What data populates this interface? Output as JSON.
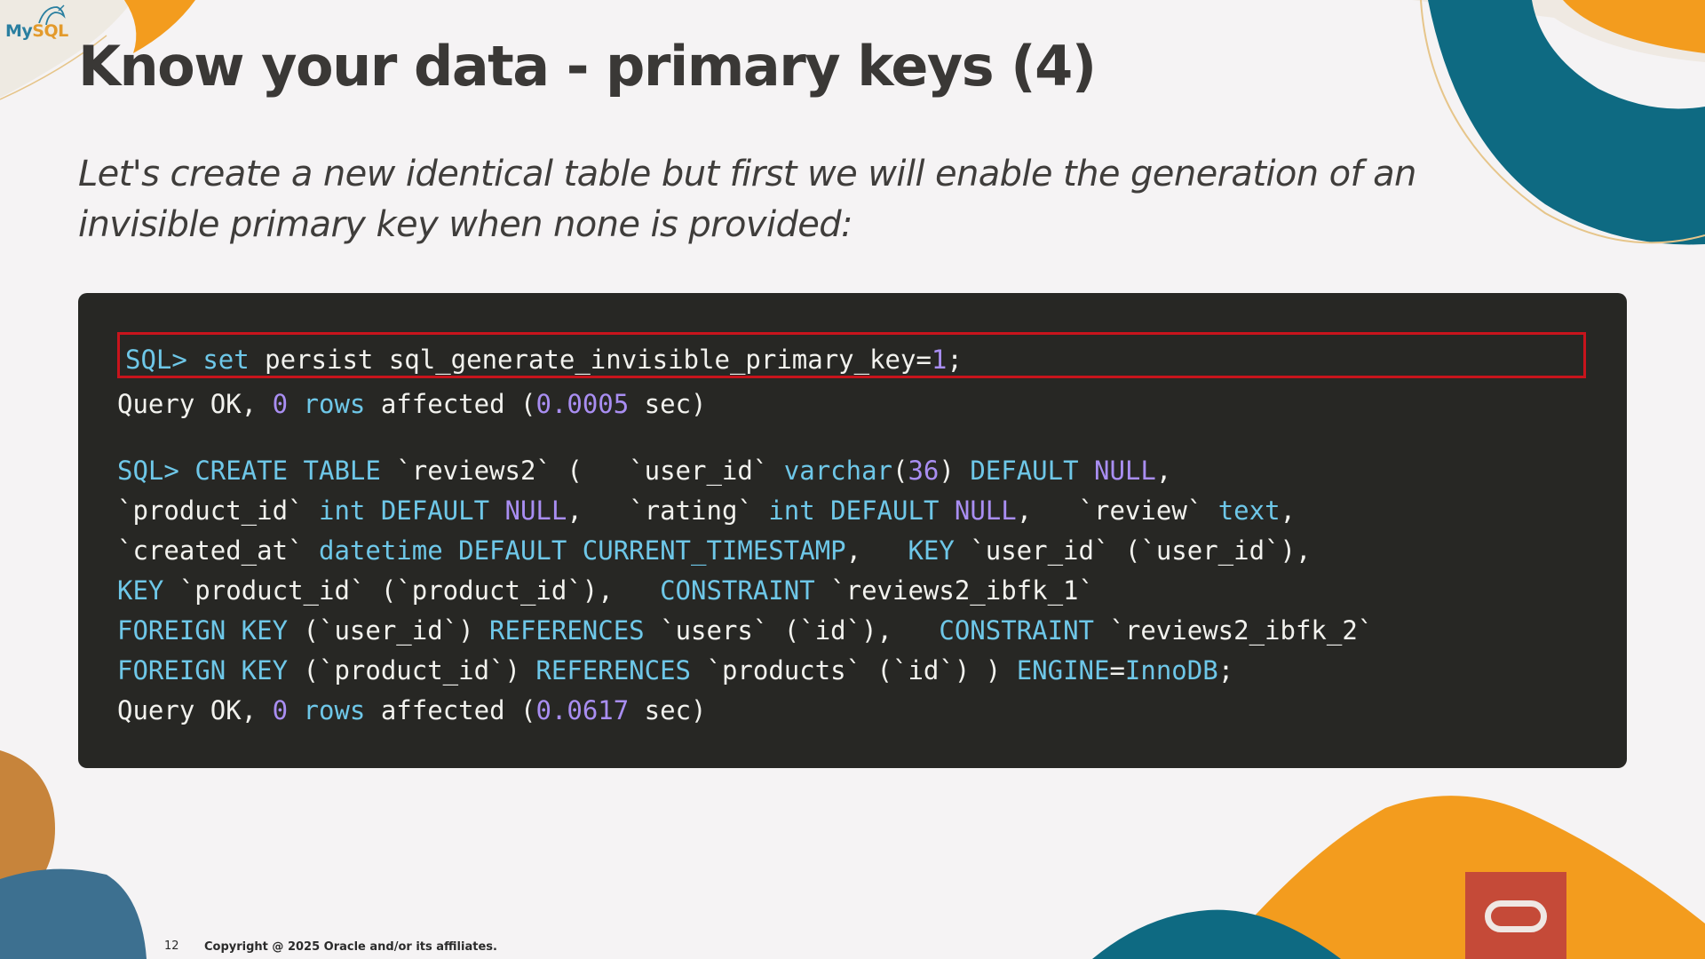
{
  "brand": {
    "logo_my": "My",
    "logo_sql": "SQL"
  },
  "slide": {
    "title": "Know your data - primary keys (4)",
    "subtitle": "Let's create a new identical table but first we will enable the generation of an invisible primary key when none is provided:"
  },
  "code": {
    "lines": [
      [
        {
          "t": "SQL> ",
          "c": "kw"
        },
        {
          "t": "set ",
          "c": "kw"
        },
        {
          "t": "persist sql_generate_invisible_primary_key=",
          "c": "tx"
        },
        {
          "t": "1",
          "c": "num"
        },
        {
          "t": ";",
          "c": "tx"
        }
      ],
      [
        {
          "t": "Query OK, ",
          "c": "tx"
        },
        {
          "t": "0",
          "c": "num"
        },
        {
          "t": " rows",
          "c": "kw"
        },
        {
          "t": " affected (",
          "c": "tx"
        },
        {
          "t": "0.0005",
          "c": "num"
        },
        {
          "t": " sec)",
          "c": "tx"
        }
      ],
      [
        {
          "t": "SQL> ",
          "c": "kw"
        },
        {
          "t": "CREATE TABLE",
          "c": "kw"
        },
        {
          "t": " `reviews2` (   `user_id` ",
          "c": "tx"
        },
        {
          "t": "varchar",
          "c": "kw"
        },
        {
          "t": "(",
          "c": "tx"
        },
        {
          "t": "36",
          "c": "num"
        },
        {
          "t": ") ",
          "c": "tx"
        },
        {
          "t": "DEFAULT",
          "c": "kw"
        },
        {
          "t": " ",
          "c": "tx"
        },
        {
          "t": "NULL",
          "c": "num"
        },
        {
          "t": ",",
          "c": "tx"
        }
      ],
      [
        {
          "t": "`product_id` ",
          "c": "tx"
        },
        {
          "t": "int DEFAULT",
          "c": "kw"
        },
        {
          "t": " ",
          "c": "tx"
        },
        {
          "t": "NULL",
          "c": "num"
        },
        {
          "t": ",   `rating` ",
          "c": "tx"
        },
        {
          "t": "int DEFAULT",
          "c": "kw"
        },
        {
          "t": " ",
          "c": "tx"
        },
        {
          "t": "NULL",
          "c": "num"
        },
        {
          "t": ",   `review` ",
          "c": "tx"
        },
        {
          "t": "text",
          "c": "kw"
        },
        {
          "t": ",",
          "c": "tx"
        }
      ],
      [
        {
          "t": "`created_at` ",
          "c": "tx"
        },
        {
          "t": "datetime DEFAULT CURRENT_TIMESTAMP",
          "c": "kw"
        },
        {
          "t": ",   ",
          "c": "tx"
        },
        {
          "t": "KEY",
          "c": "kw"
        },
        {
          "t": " `user_id` (`user_id`),",
          "c": "tx"
        }
      ],
      [
        {
          "t": "KEY",
          "c": "kw"
        },
        {
          "t": " `product_id` (`product_id`),   ",
          "c": "tx"
        },
        {
          "t": "CONSTRAINT",
          "c": "kw"
        },
        {
          "t": " `reviews2_ibfk_1`",
          "c": "tx"
        }
      ],
      [
        {
          "t": "FOREIGN KEY",
          "c": "kw"
        },
        {
          "t": " (`user_id`) ",
          "c": "tx"
        },
        {
          "t": "REFERENCES",
          "c": "kw"
        },
        {
          "t": " `users` (`id`),   ",
          "c": "tx"
        },
        {
          "t": "CONSTRAINT",
          "c": "kw"
        },
        {
          "t": " `reviews2_ibfk_2`",
          "c": "tx"
        }
      ],
      [
        {
          "t": "FOREIGN KEY",
          "c": "kw"
        },
        {
          "t": " (`product_id`) ",
          "c": "tx"
        },
        {
          "t": "REFERENCES",
          "c": "kw"
        },
        {
          "t": " `products` (`id`) ) ",
          "c": "tx"
        },
        {
          "t": "ENGINE",
          "c": "kw"
        },
        {
          "t": "=",
          "c": "tx"
        },
        {
          "t": "InnoDB",
          "c": "kw"
        },
        {
          "t": ";",
          "c": "tx"
        }
      ],
      [
        {
          "t": "Query OK, ",
          "c": "tx"
        },
        {
          "t": "0",
          "c": "num"
        },
        {
          "t": " rows",
          "c": "kw"
        },
        {
          "t": " affected (",
          "c": "tx"
        },
        {
          "t": "0.0617",
          "c": "num"
        },
        {
          "t": " sec)",
          "c": "tx"
        }
      ]
    ]
  },
  "footer": {
    "page_number": "12",
    "copyright": "Copyright @ 2025 Oracle and/or its affiliates."
  },
  "colors": {
    "background": "#f5f3f4",
    "code_background": "#272724",
    "keyword": "#6ec7e8",
    "number": "#a98ef2",
    "plain": "#f2f2ee",
    "highlight_border": "#c8141c",
    "accent_orange": "#f39c1e",
    "accent_teal": "#0e6a82",
    "oracle_red": "#c54a38"
  }
}
